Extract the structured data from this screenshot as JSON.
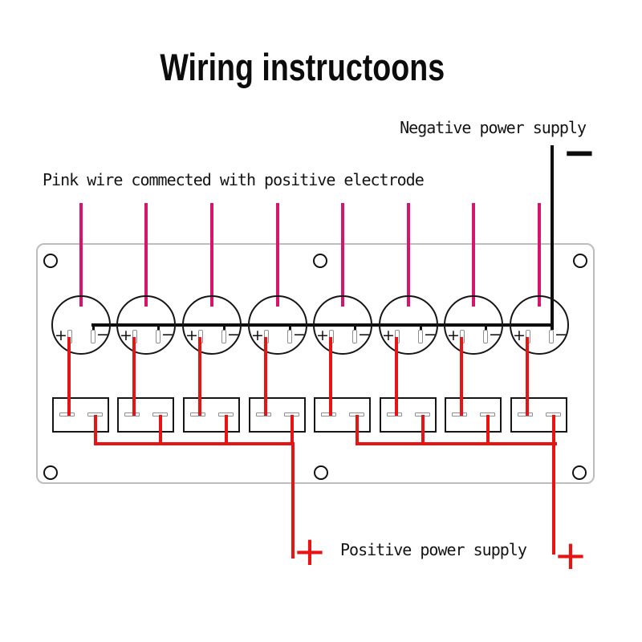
{
  "title": "Wiring instructoons",
  "annotations": {
    "negative_power_supply": "Negative power supply",
    "pink_wire_note": "Pink wire commected with positive electrode",
    "positive_power_supply": "Positive power supply"
  },
  "symbols": {
    "terminal_plus": "+",
    "terminal_minus": "−",
    "supply_plus": "+",
    "supply_minus": "−"
  },
  "colors": {
    "pink_wire": "#d6156f",
    "red_wire": "#e81414",
    "black_wire": "#0d0d0d",
    "panel_outline": "#bdbdbd"
  },
  "panel": {
    "switch_count": 8,
    "screw_hole_count": 6
  }
}
